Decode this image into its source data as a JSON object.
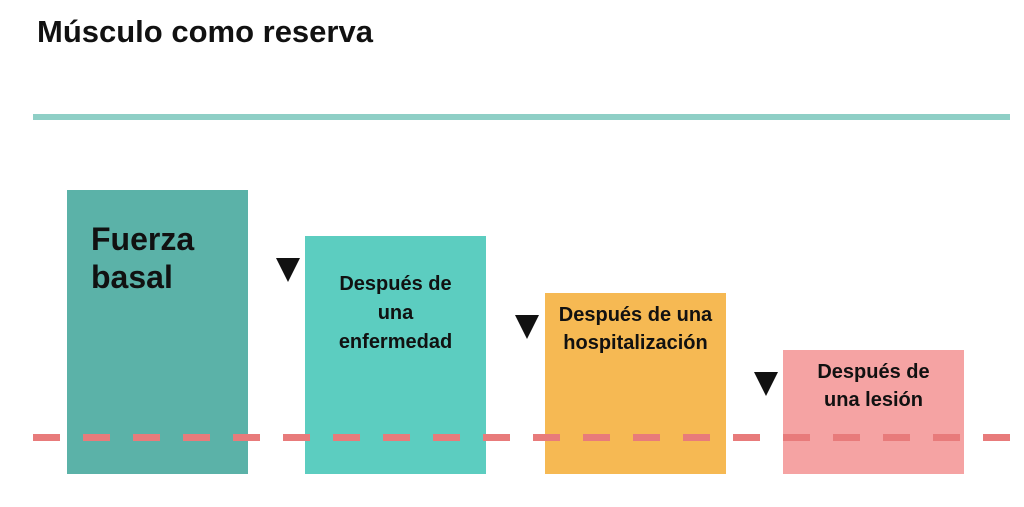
{
  "title": "Músculo como reserva",
  "boxes": [
    {
      "label": "Fuerza basal",
      "color": "#5bb2a8"
    },
    {
      "label": "Después  de una enfermedad",
      "color": "#5ccdc0"
    },
    {
      "label": "Después de una hospitalización",
      "color": "#f6b953"
    },
    {
      "label": "Después de una lesión",
      "color": "#f5a3a3"
    }
  ],
  "colors": {
    "top_line": "#8fcfc6",
    "threshold_line": "#e87b7b",
    "arrow": "#111111"
  }
}
